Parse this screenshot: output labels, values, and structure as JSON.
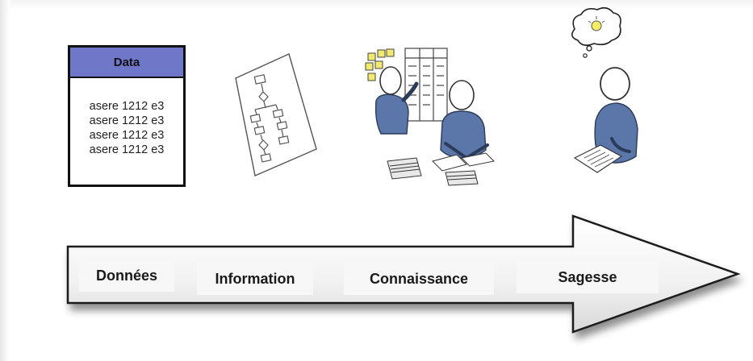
{
  "data_table": {
    "header": "Data",
    "rows": [
      "asere 1212 e3",
      "asere 1212 e3",
      "asere 1212 e3",
      "asere 1212 e3"
    ]
  },
  "stages": [
    {
      "label": "Données"
    },
    {
      "label": "Information"
    },
    {
      "label": "Connaissance"
    },
    {
      "label": "Sagesse"
    }
  ],
  "colors": {
    "table_header": "#6f78c8",
    "person": "#5b76a8",
    "sticky_note": "#f2ea6a",
    "arrow_fill": "#f4f4f4"
  },
  "icons": [
    "flowchart-icon",
    "meeting-icon",
    "thinking-person-icon",
    "lightbulb-icon"
  ]
}
